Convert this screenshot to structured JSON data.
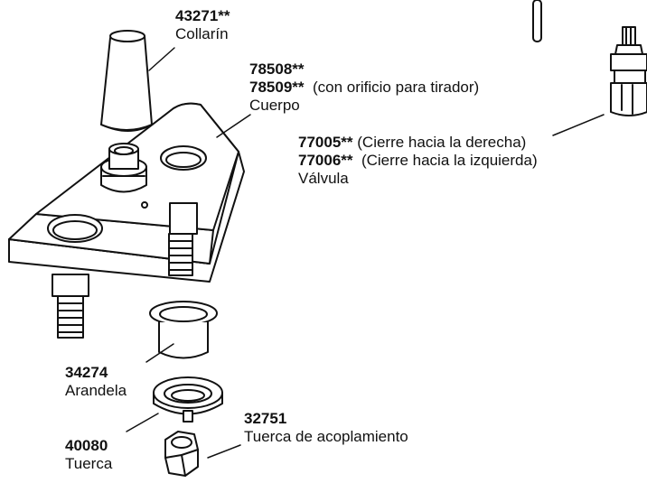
{
  "labels": {
    "collar": {
      "part": "43271**",
      "name": "Collarín"
    },
    "body": {
      "part_a": "78508**",
      "part_b": "78509**",
      "note_b": "(con orificio para tirador)",
      "name": "Cuerpo"
    },
    "valve": {
      "part_a": "77005**",
      "note_a": "(Cierre hacia la derecha)",
      "part_b": "77006**",
      "note_b": "(Cierre hacia la izquierda)",
      "name": "Válvula"
    },
    "washer": {
      "part": "34274",
      "name": "Arandela"
    },
    "nut": {
      "part": "40080",
      "name": "Tuerca"
    },
    "coupling": {
      "part": "32751",
      "name": "Tuerca de acoplamiento"
    }
  },
  "colors": {
    "stroke": "#111111",
    "fill": "#ffffff"
  }
}
